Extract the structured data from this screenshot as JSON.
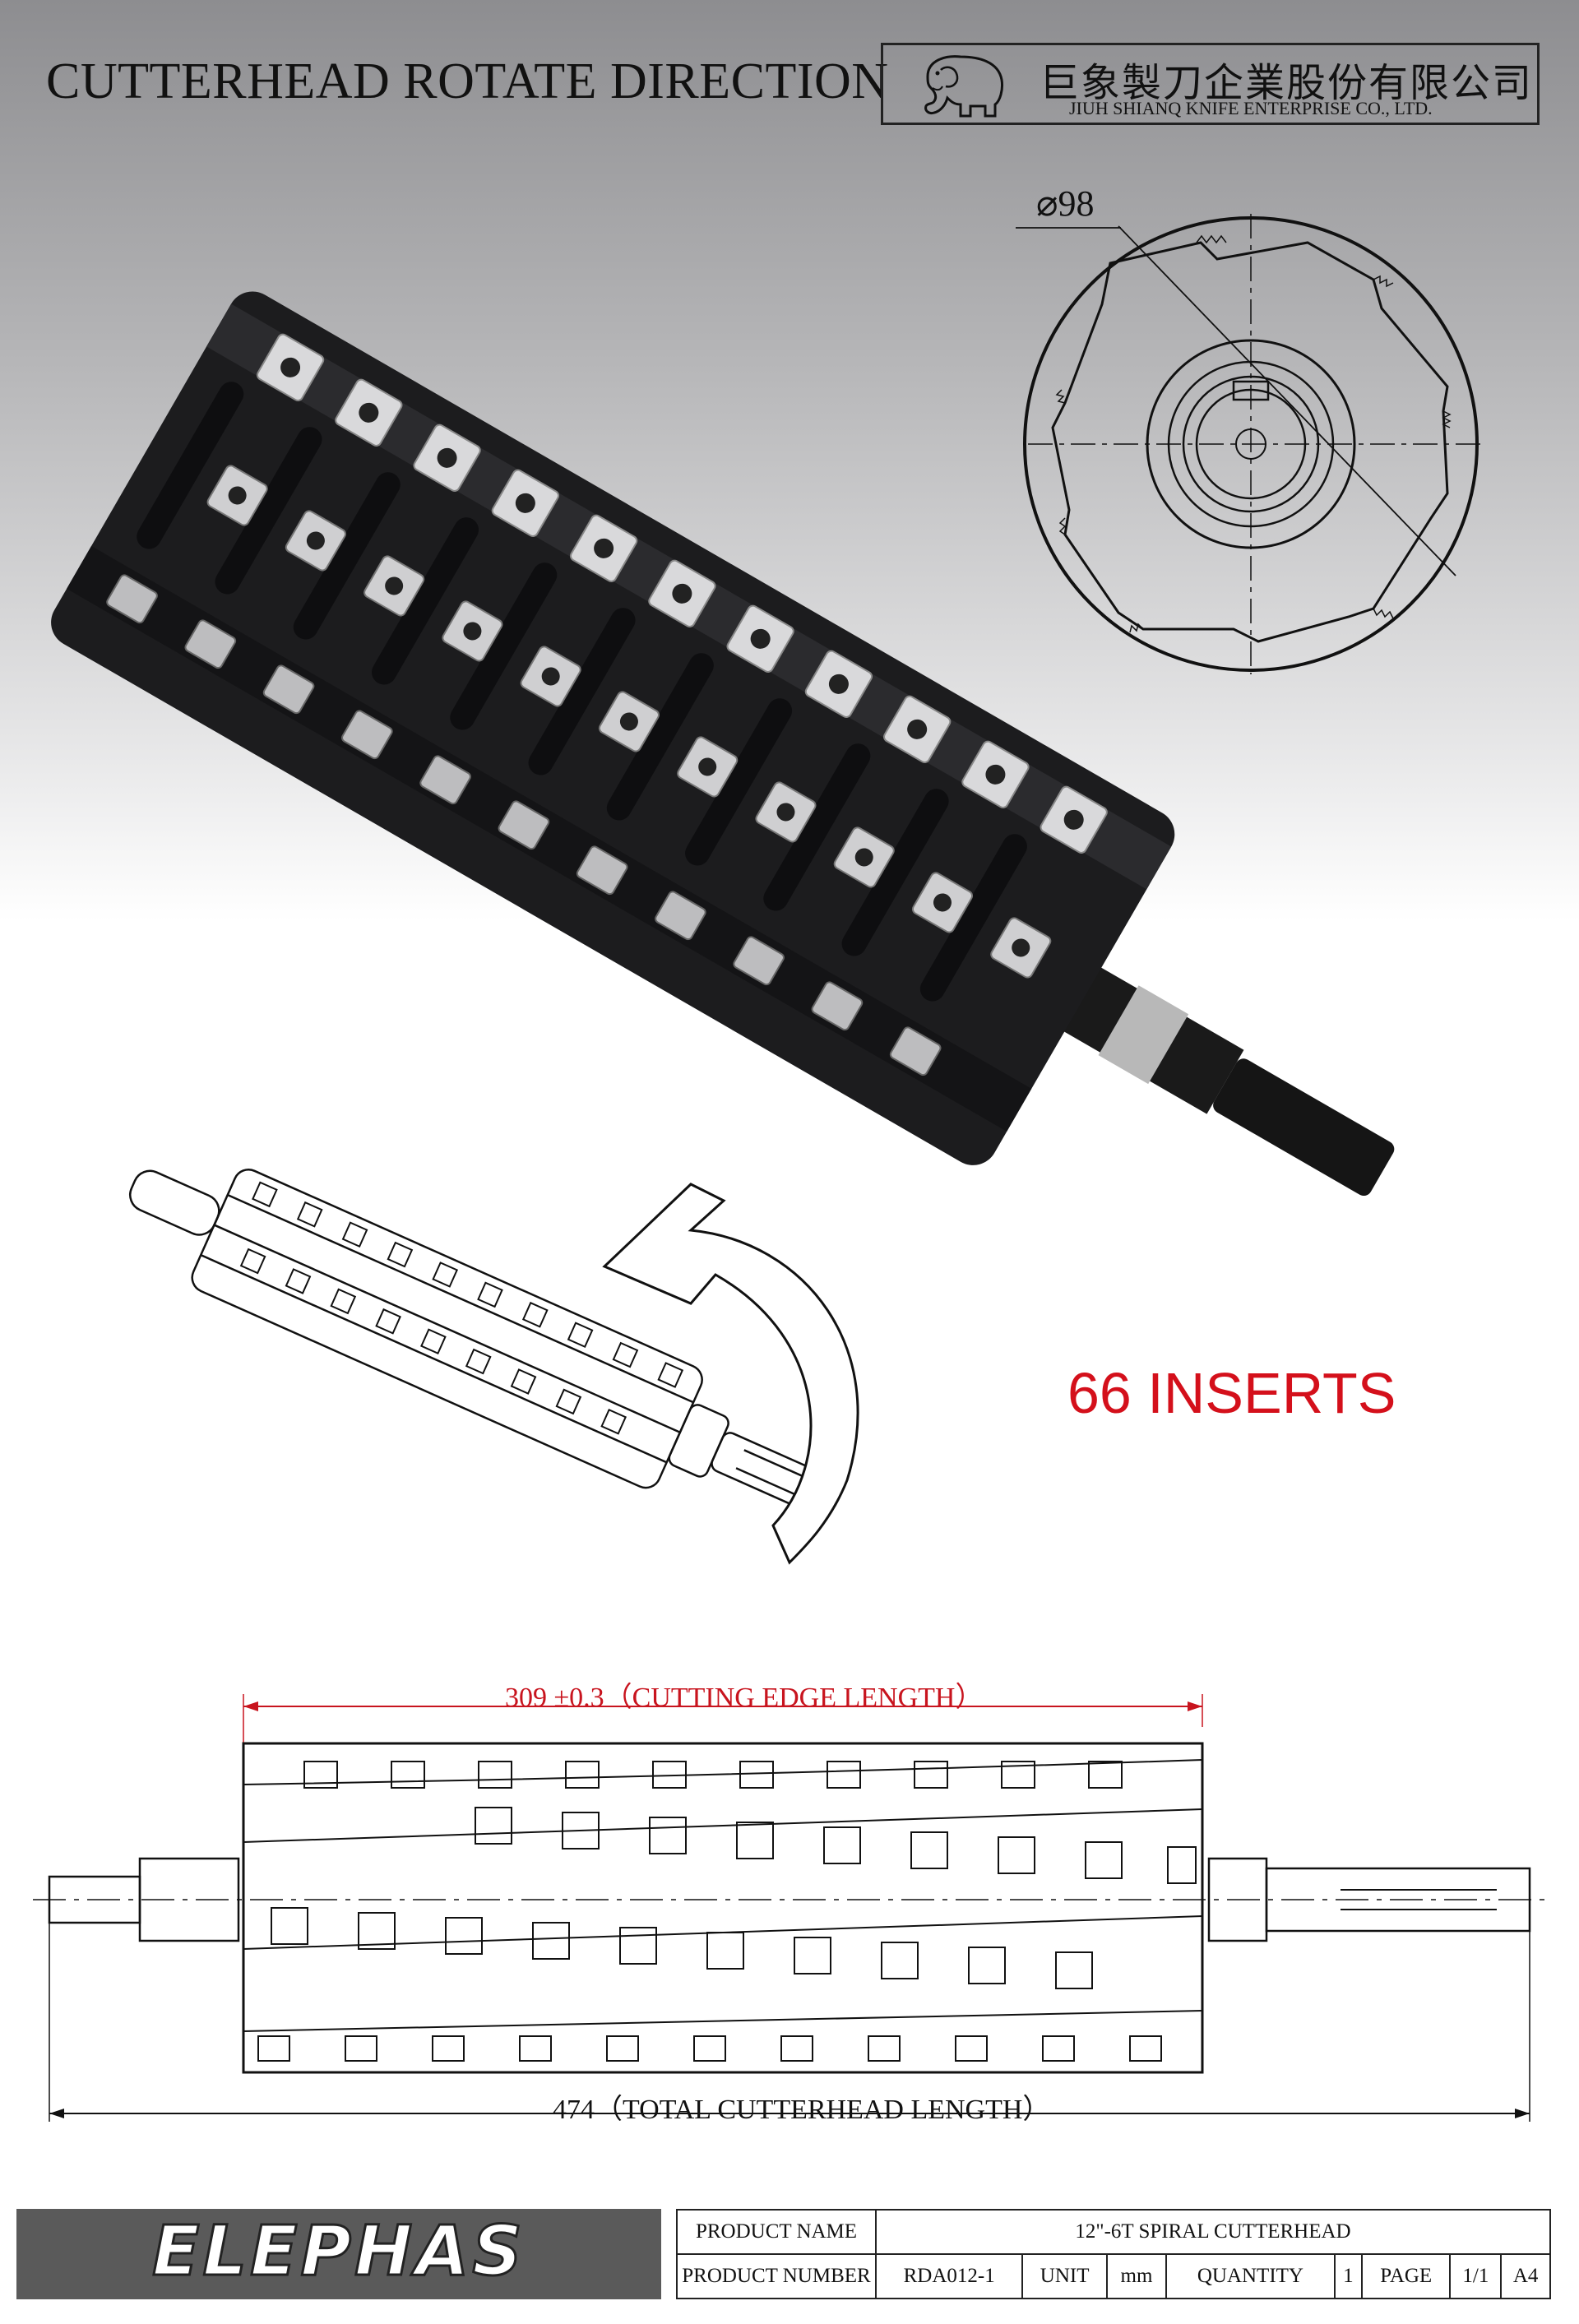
{
  "header": {
    "title": "CUTTERHEAD ROTATE DIRECTION",
    "company_cn": "巨象製刀企業股份有限公司",
    "company_en": "JIUH SHIANQ KNIFE ENTERPRISE CO., LTD.",
    "logo_icon": "elephant-icon"
  },
  "section_view": {
    "diameter": "⌀98"
  },
  "inserts_label": "66 INSERTS",
  "dimensions": {
    "cutting_edge_length": "309 ±0.3（CUTTING EDGE LENGTH）",
    "total_length": "474（TOTAL CUTTERHEAD LENGTH）"
  },
  "footer": {
    "brand": "ELEPHAS",
    "product_name_label": "PRODUCT NAME",
    "product_name_value": "12\"-6T SPIRAL CUTTERHEAD",
    "product_number_label": "PRODUCT NUMBER",
    "product_number_value": "RDA012-1",
    "unit_label": "UNIT",
    "unit_value": "mm",
    "quantity_label": "QUANTITY",
    "quantity_value": "1",
    "page_label": "PAGE",
    "page_value": "1/1",
    "paper_size": "A4"
  },
  "colors": {
    "accent_red": "#d4101b",
    "dimension_red": "#c8141e",
    "cutter_body": "#1c1c1e",
    "insert_face": "#d9d9db"
  }
}
